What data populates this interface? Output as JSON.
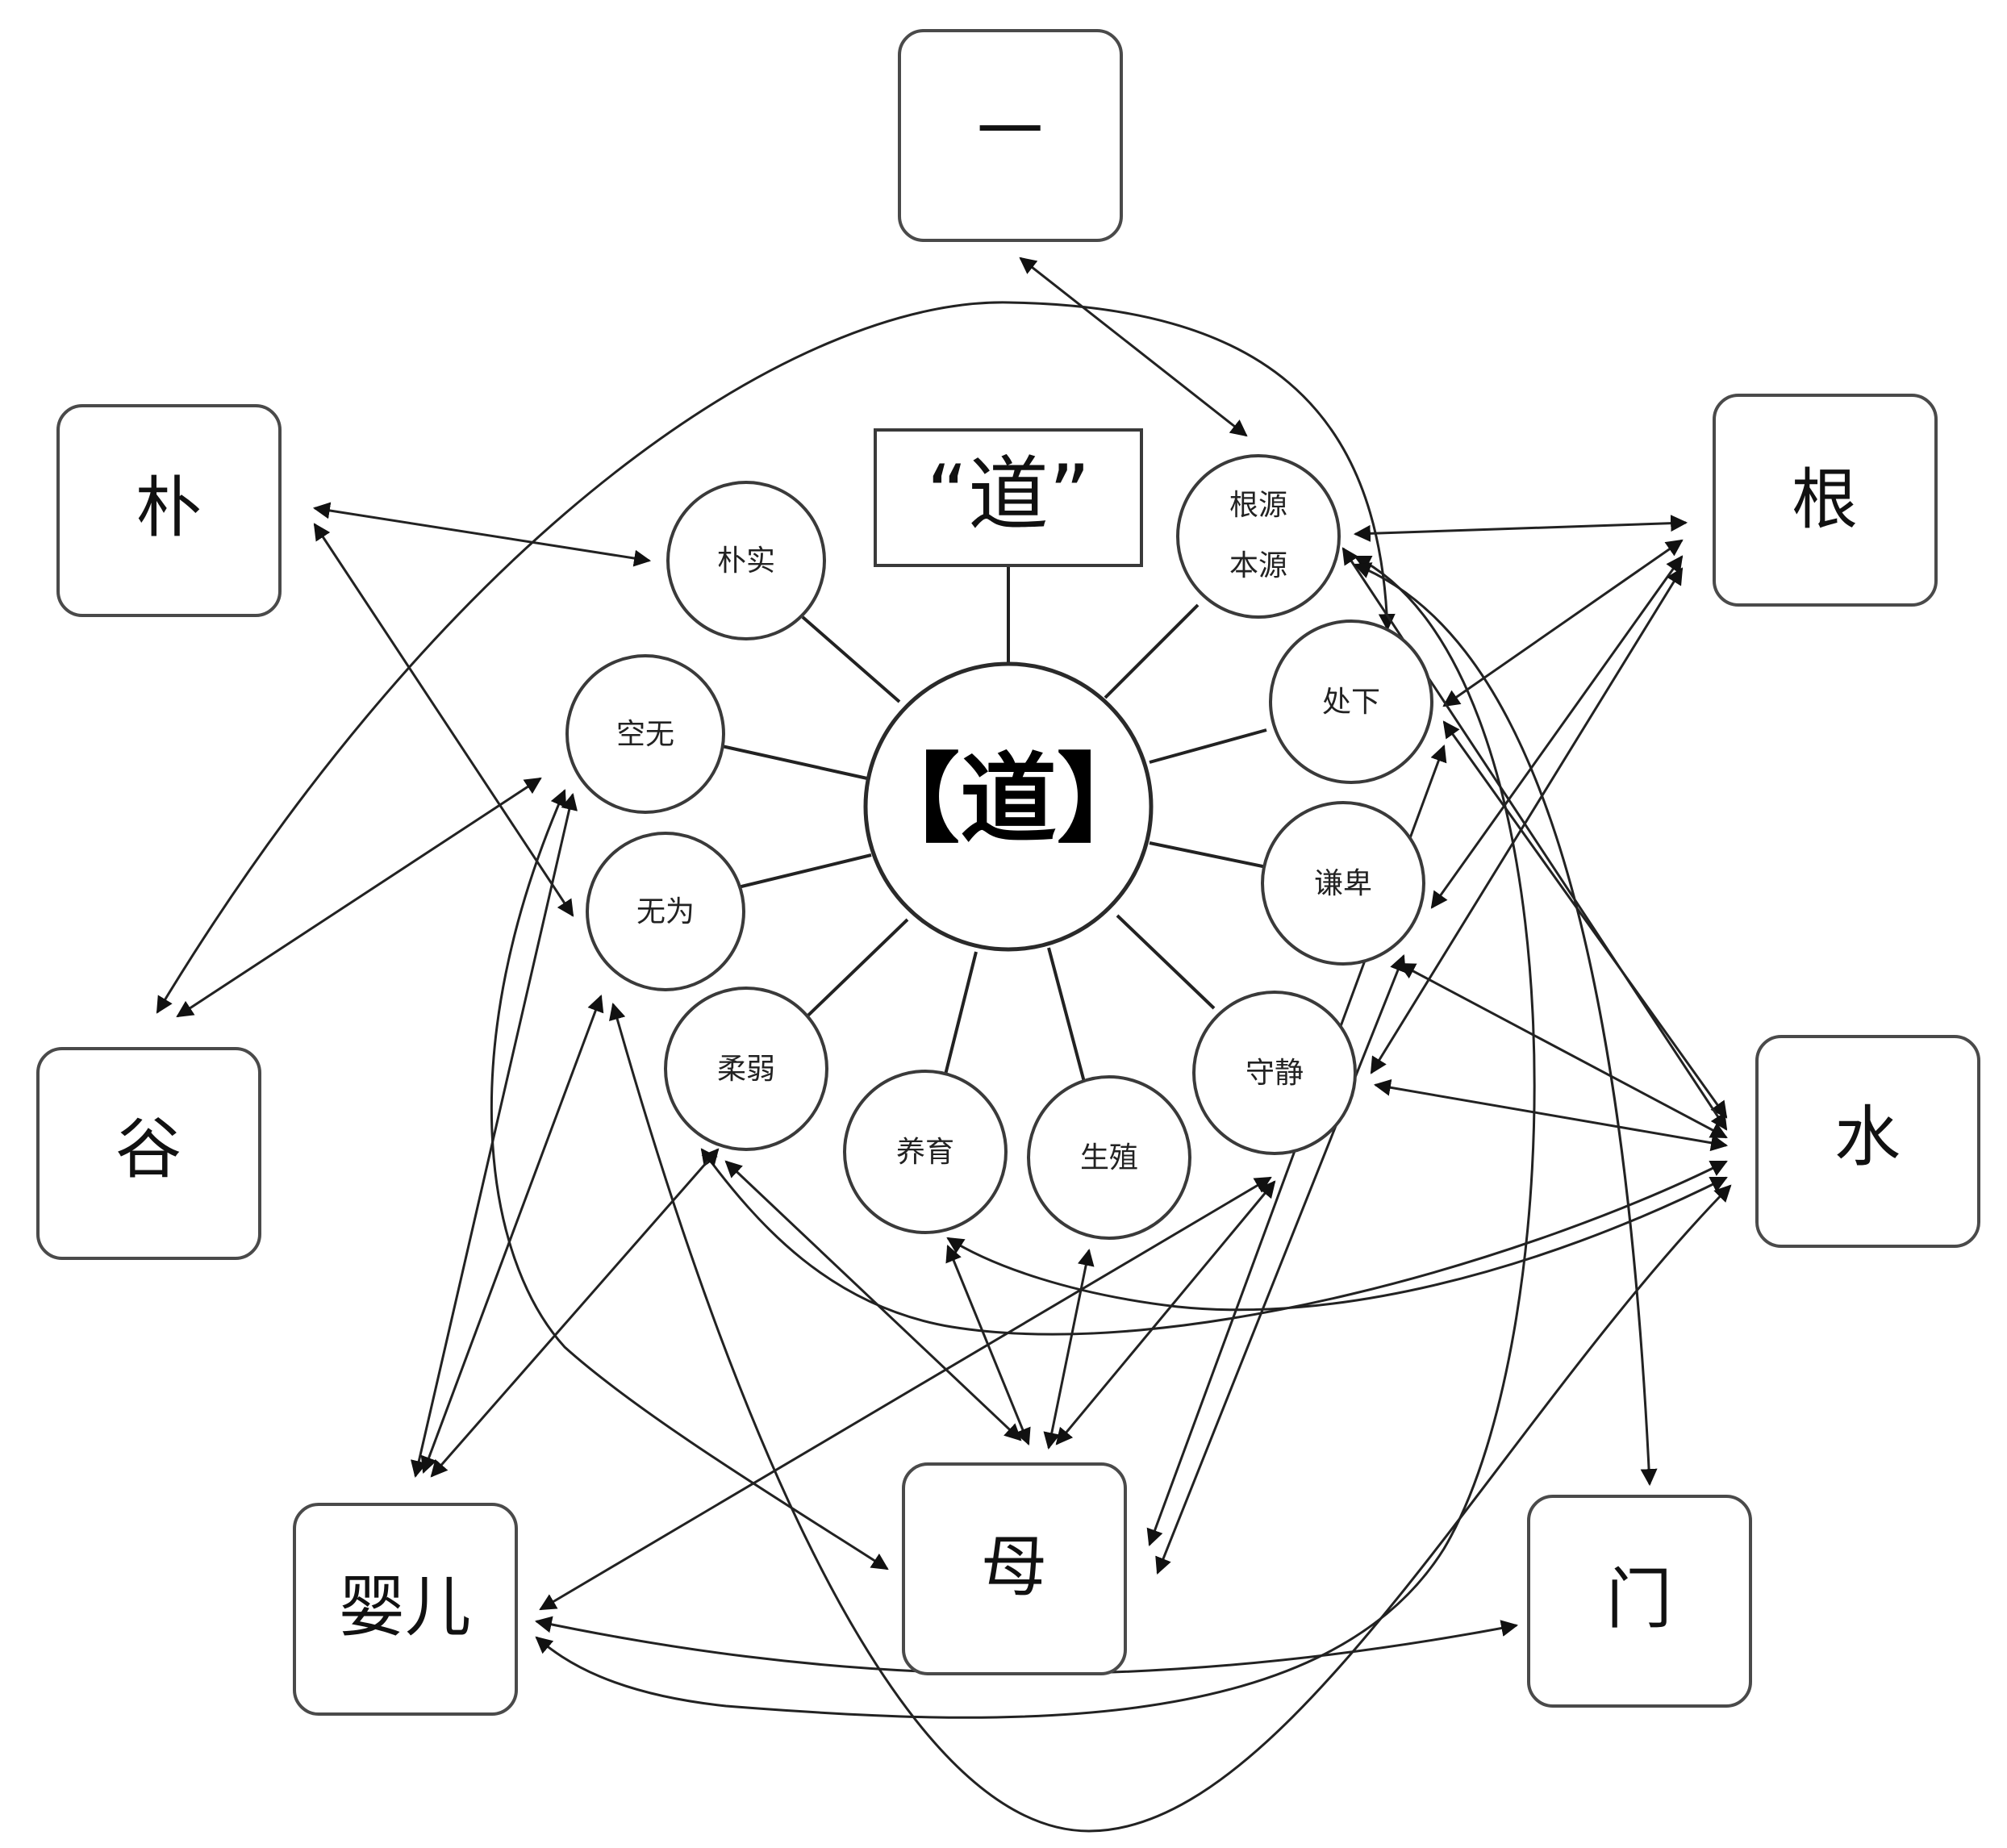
{
  "title": "“道”",
  "center": "【道】",
  "concepts": {
    "pushi": "朴实",
    "kongwu": "空无",
    "wuwei": "无为",
    "rouruo": "柔弱",
    "yangyu": "养育",
    "shengzhi": "生殖",
    "shoujing": "守静",
    "qianbei": "谦卑",
    "chuxia": "处下",
    "genyuan_1": "根源",
    "genyuan_2": "本源"
  },
  "terms": {
    "yi": "一",
    "pu": "朴",
    "gen": "根",
    "gu": "谷",
    "shui": "水",
    "yinger": "婴儿",
    "mu": "母",
    "men": "门"
  }
}
